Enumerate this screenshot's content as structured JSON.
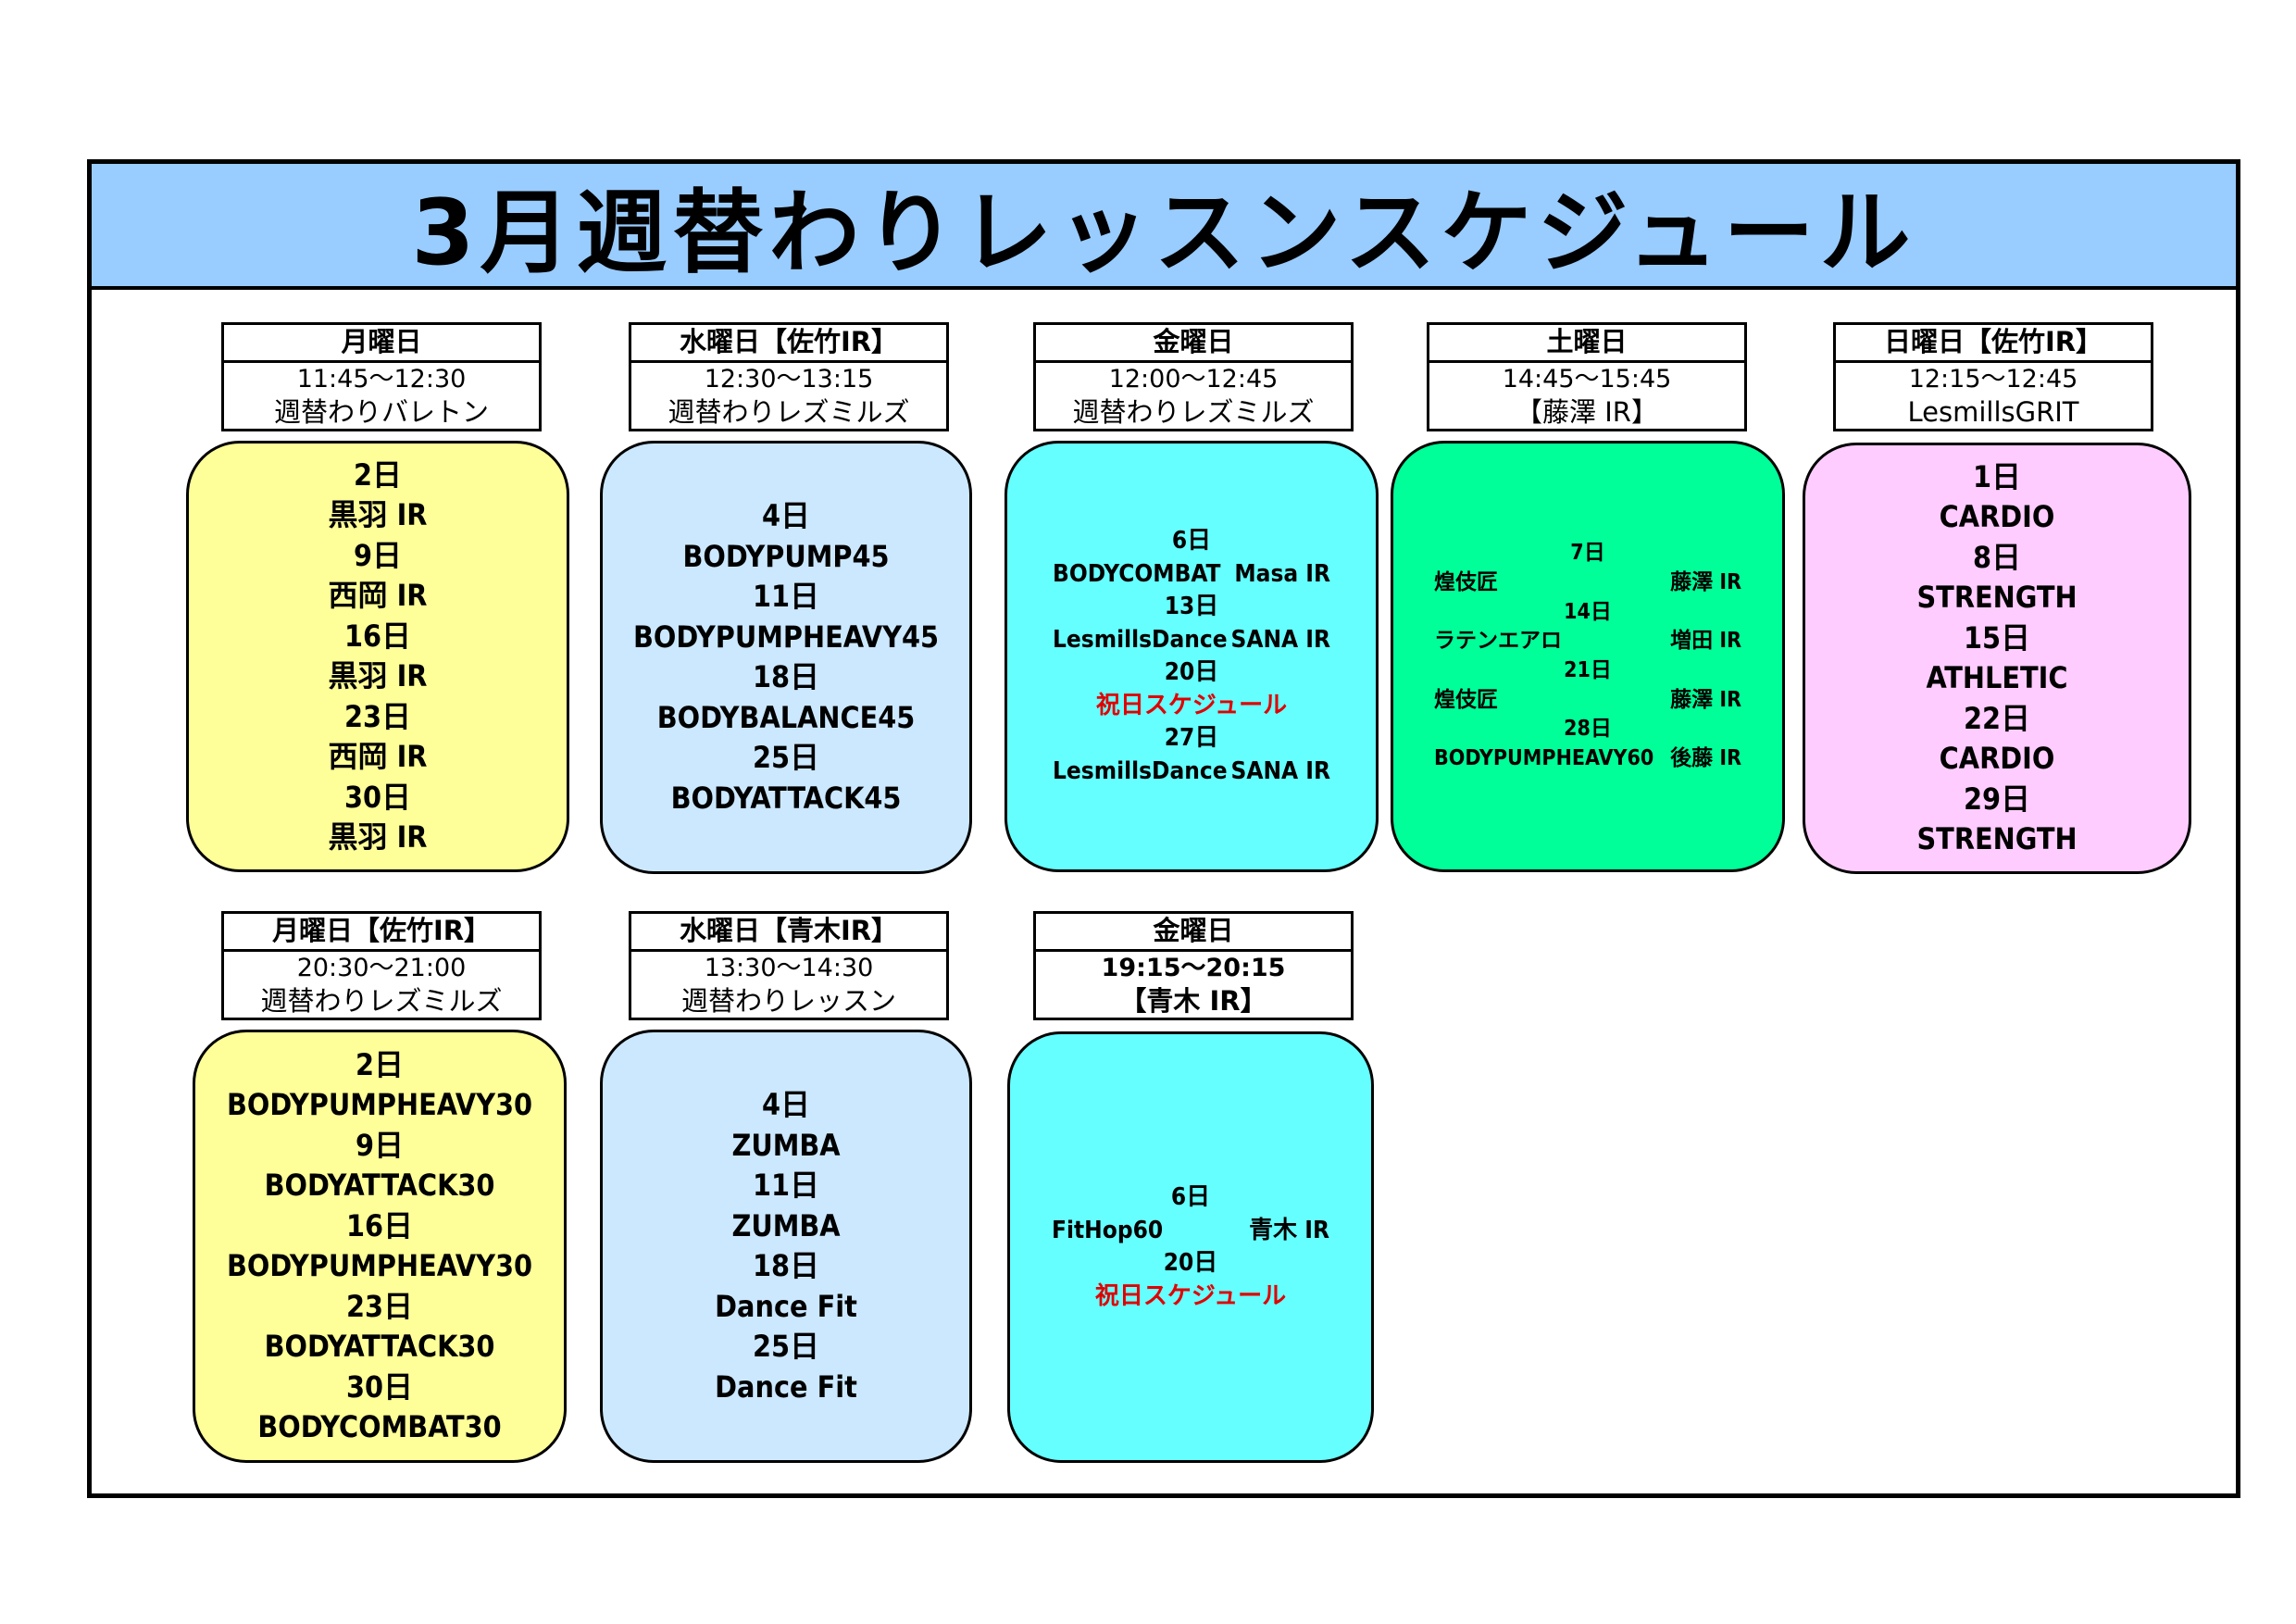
{
  "title": "3月週替わりレッスンスケジュール",
  "colors": {
    "title_bg": "#99ccff",
    "yellow": "#ffff99",
    "light_blue": "#cce8ff",
    "cyan": "#66ffff",
    "green": "#00ff99",
    "pink": "#ffccff",
    "red_text": "#e00000"
  },
  "blocks": [
    {
      "day": "月曜日",
      "time": "11:45～12:30",
      "program": "週替わりバレトン",
      "lines": [
        {
          "text": "2日"
        },
        {
          "text": "黒羽 IR"
        },
        {
          "text": "9日"
        },
        {
          "text": "西岡 IR"
        },
        {
          "text": "16日"
        },
        {
          "text": "黒羽 IR"
        },
        {
          "text": "23日"
        },
        {
          "text": "西岡 IR"
        },
        {
          "text": "30日"
        },
        {
          "text": "黒羽 IR"
        }
      ]
    },
    {
      "day": "水曜日【佐竹IR】",
      "time": "12:30～13:15",
      "program": "週替わりレズミルズ",
      "lines": [
        {
          "text": "4日"
        },
        {
          "text": "BODYPUMP45"
        },
        {
          "text": "11日"
        },
        {
          "text": "BODYPUMPHEAVY45"
        },
        {
          "text": "18日"
        },
        {
          "text": "BODYBALANCE45"
        },
        {
          "text": "25日"
        },
        {
          "text": "BODYATTACK45"
        }
      ]
    },
    {
      "day": "金曜日",
      "time": "12:00～12:45",
      "program": "週替わりレズミルズ",
      "lines": [
        {
          "text": "6日"
        },
        {
          "left": "BODYCOMBAT",
          "right": "Masa IR"
        },
        {
          "text": "13日"
        },
        {
          "left": "LesmillsDance",
          "right": "SANA IR"
        },
        {
          "text": "20日"
        },
        {
          "text": "祝日スケジュール",
          "red": true
        },
        {
          "text": "27日"
        },
        {
          "left": "LesmillsDance",
          "right": "SANA IR"
        }
      ]
    },
    {
      "day": "土曜日",
      "time": "14:45～15:45",
      "program": "【藤澤 IR】",
      "lines": [
        {
          "text": "7日"
        },
        {
          "left": "煌伎匠",
          "right": "藤澤 IR"
        },
        {
          "text": "14日"
        },
        {
          "left": "ラテンエアロ",
          "right": "増田 IR"
        },
        {
          "text": "21日"
        },
        {
          "left": "煌伎匠",
          "right": "藤澤 IR"
        },
        {
          "text": "28日"
        },
        {
          "left": "BODYPUMPHEAVY60",
          "right": "後藤 IR"
        }
      ]
    },
    {
      "day": "日曜日【佐竹IR】",
      "time": "12:15～12:45",
      "program": "LesmillsGRIT",
      "lines": [
        {
          "text": "1日"
        },
        {
          "text": "CARDIO"
        },
        {
          "text": "8日"
        },
        {
          "text": "STRENGTH"
        },
        {
          "text": "15日"
        },
        {
          "text": "ATHLETIC"
        },
        {
          "text": "22日"
        },
        {
          "text": "CARDIO"
        },
        {
          "text": "29日"
        },
        {
          "text": "STRENGTH"
        }
      ]
    },
    {
      "day": "月曜日【佐竹IR】",
      "time": "20:30～21:00",
      "program": "週替わりレズミルズ",
      "lines": [
        {
          "text": "2日"
        },
        {
          "text": "BODYPUMPHEAVY30"
        },
        {
          "text": "9日"
        },
        {
          "text": "BODYATTACK30"
        },
        {
          "text": "16日"
        },
        {
          "text": "BODYPUMPHEAVY30"
        },
        {
          "text": "23日"
        },
        {
          "text": "BODYATTACK30"
        },
        {
          "text": "30日"
        },
        {
          "text": "BODYCOMBAT30"
        }
      ]
    },
    {
      "day": "水曜日【青木IR】",
      "time": "13:30～14:30",
      "program": "週替わりレッスン",
      "lines": [
        {
          "text": "4日"
        },
        {
          "text": "ZUMBA"
        },
        {
          "text": "11日"
        },
        {
          "text": "ZUMBA"
        },
        {
          "text": "18日"
        },
        {
          "text": "Dance Fit"
        },
        {
          "text": "25日"
        },
        {
          "text": "Dance Fit"
        }
      ]
    },
    {
      "day": "金曜日",
      "time": "19:15～20:15",
      "program": "【青木 IR】",
      "lines": [
        {
          "text": "6日"
        },
        {
          "left": "FitHop60",
          "right": "青木 IR"
        },
        {
          "text": "20日"
        },
        {
          "text": "祝日スケジュール",
          "red": true
        }
      ]
    }
  ]
}
